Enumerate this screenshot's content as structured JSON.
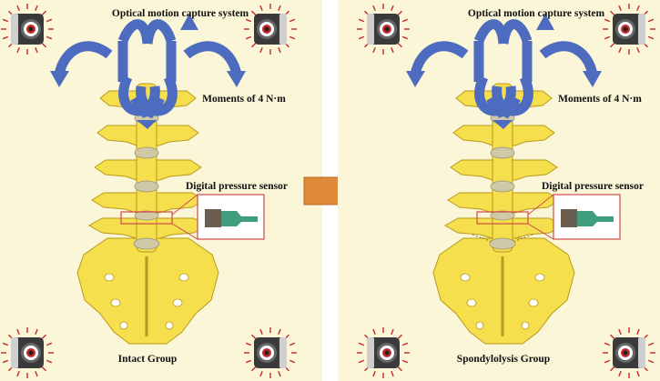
{
  "panels": [
    {
      "id": "intact",
      "camera_label": "Optical motion capture system",
      "moment_label": "Moments of 4 N·m",
      "sensor_label": "Digital pressure sensor",
      "group_label": "Intact Group"
    },
    {
      "id": "spondylolysis",
      "camera_label": "Optical motion capture system",
      "moment_label": "Moments of 4 N·m",
      "sensor_label": "Digital pressure sensor",
      "group_label": "Spondylolysis Group"
    }
  ],
  "colors": {
    "background": "#fbf6d8",
    "bone": "#f5df4d",
    "bone_outline": "#b89a1c",
    "disc": "#cfc9a8",
    "moment_arrows": "#4d6cc0",
    "transition_arrow": "#e08a3c",
    "sensor_box": "#d04a4a",
    "sensor_probe": "#3e9e7e",
    "camera_body": "#3a3a3a",
    "camera_rays": "#c62828"
  },
  "icons": [
    "camera-icon",
    "moment-arrow-icon",
    "pressure-sensor-icon",
    "transition-arrow-icon"
  ]
}
